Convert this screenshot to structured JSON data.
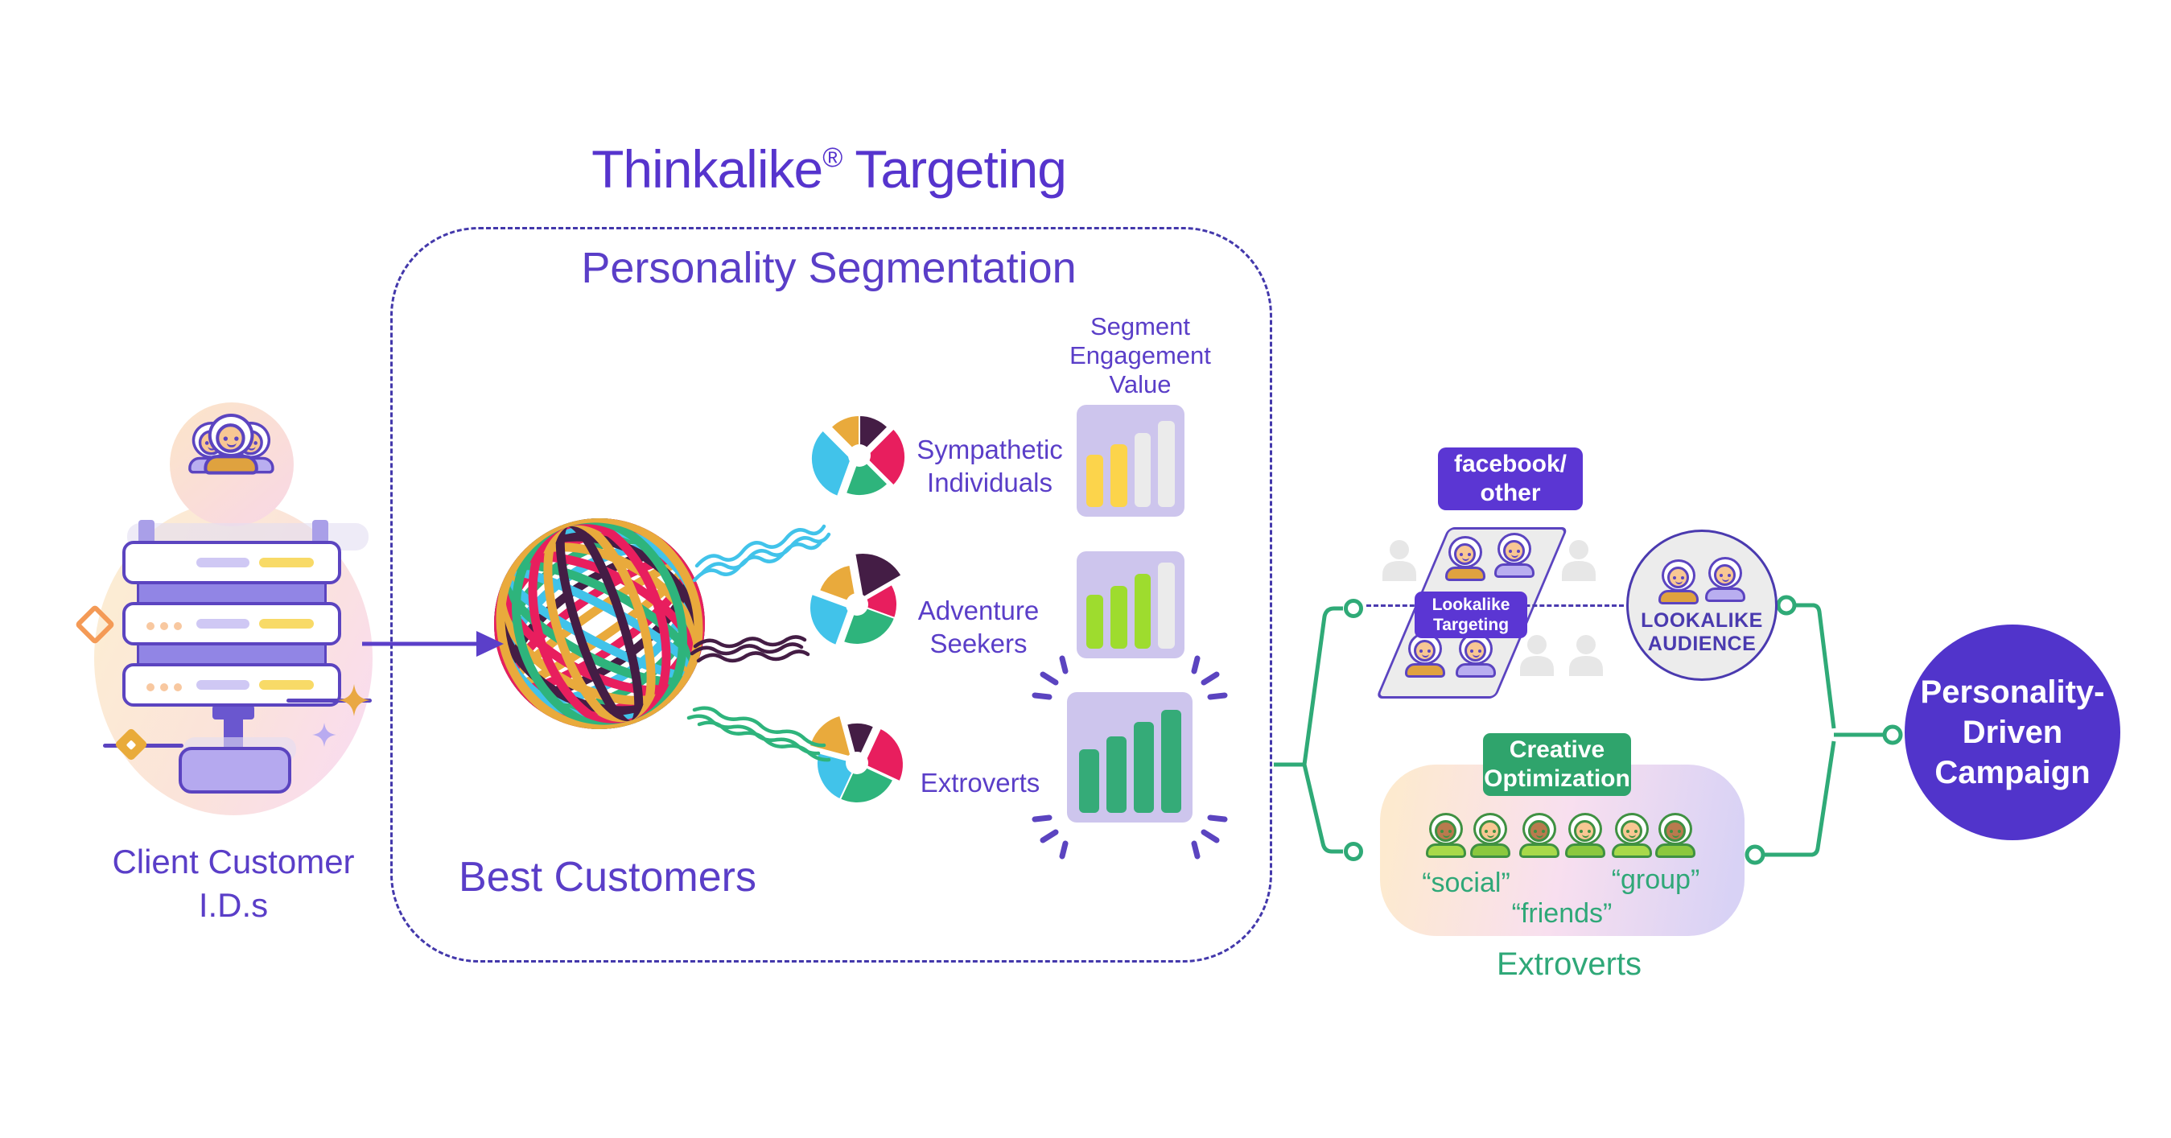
{
  "title": {
    "brand": "Thinkalike",
    "registered": "®",
    "suffix": " Targeting"
  },
  "client": {
    "line1": "Client Customer",
    "line2": "I.D.s"
  },
  "segmentation": {
    "box_title": "Personality Segmentation",
    "ball_caption": "Best Customers",
    "value_header": {
      "line1": "Segment",
      "line2": "Engagement",
      "line3": "Value"
    },
    "segments": [
      {
        "line1": "Sympathetic",
        "line2": "Individuals"
      },
      {
        "line1": "Adventure",
        "line2": "Seekers"
      },
      {
        "line1": "Extroverts",
        "line2": ""
      }
    ],
    "engagement_charts": [
      {
        "segment": "Sympathetic Individuals",
        "bar_heights": [
          65,
          78,
          92,
          107
        ],
        "bar_colors": [
          "#fcd44b",
          "#fcd44b",
          "#ebebeb",
          "#ebebeb"
        ],
        "highlighted": false
      },
      {
        "segment": "Adventure Seekers",
        "bar_heights": [
          67,
          78,
          93,
          107
        ],
        "bar_colors": [
          "#9edc2e",
          "#9edc2e",
          "#9edc2e",
          "#ebebeb"
        ],
        "highlighted": false
      },
      {
        "segment": "Extroverts",
        "bar_heights": [
          79,
          95,
          113,
          128
        ],
        "bar_colors": [
          "#35ab78",
          "#35ab78",
          "#35ab78",
          "#35ab78"
        ],
        "highlighted": true
      }
    ]
  },
  "platform": {
    "badge_line1": "facebook/",
    "badge_line2": "other",
    "targeting_line1": "Lookalike",
    "targeting_line2": "Targeting"
  },
  "audience": {
    "line1": "LOOKALIKE",
    "line2": "AUDIENCE"
  },
  "creative": {
    "badge_line1": "Creative",
    "badge_line2": "Optimization",
    "quote_social": "“social”",
    "quote_friends": "“friends”",
    "quote_group": "“group”",
    "caption": "Extroverts"
  },
  "campaign": {
    "line1": "Personality-",
    "line2": "Driven",
    "line3": "Campaign"
  },
  "colors": {
    "purple_text": "#5a3ec8",
    "purple_badge": "#5b36d3",
    "purple_outline": "#5b44c0",
    "indigo_border": "#4338ab",
    "green": "#2fa878",
    "green_badge": "#2fa46c",
    "lime": "#9edc2e",
    "yellow": "#fcd44b",
    "gold": "#e9aa3c",
    "crimson": "#e81e5e",
    "plum": "#441d45",
    "cyan": "#41c3ea",
    "lavender_card": "#cdc5ed",
    "campaign_circle": "#5134cb"
  }
}
